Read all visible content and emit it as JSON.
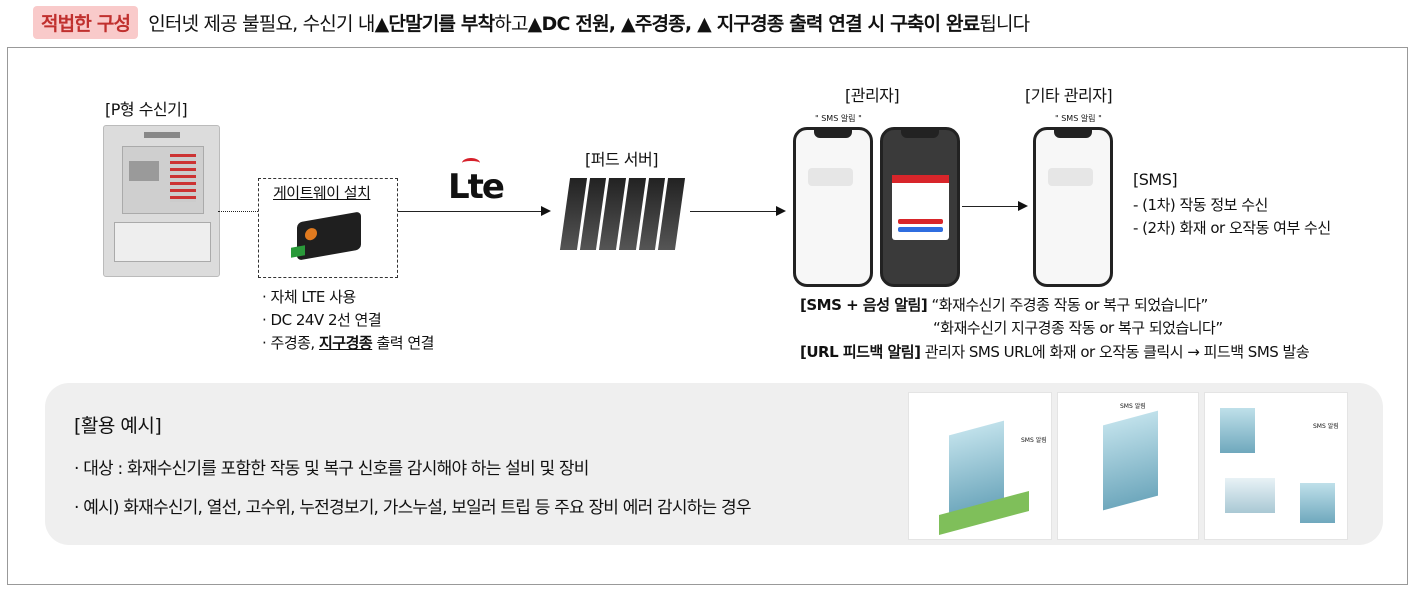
{
  "header": {
    "tag": "적법한 구성",
    "segments": [
      {
        "text": "인터넷 제공 불필요, 수신기 내 ",
        "bold": false
      },
      {
        "text": "▲단말기를 부착",
        "bold": true
      },
      {
        "text": "하고 ",
        "bold": false
      },
      {
        "text": "▲DC 전원, ▲주경종, ▲ 지구경종 출력 연결 시 구축이 완료",
        "bold": true
      },
      {
        "text": "됩니다",
        "bold": false
      }
    ]
  },
  "receiver": {
    "label": "[P형 수신기]"
  },
  "gateway": {
    "label": "게이트웨이 설치",
    "bullets": [
      "· 자체 LTE 사용",
      "· DC 24V 2선 연결"
    ],
    "bullet3_prefix": "· 주경종, ",
    "bullet3_underlined": "지구경종",
    "bullet3_suffix": " 출력 연결"
  },
  "lte": {
    "logo": "Lte"
  },
  "server": {
    "label": "[퍼드 서버]"
  },
  "admin": {
    "label": "[관리자]",
    "sms_caption": "\" SMS 알림 \""
  },
  "other_admin": {
    "label": "[기타 관리자]",
    "sms_caption": "\" SMS 알림 \""
  },
  "sms_info": {
    "title": "[SMS]",
    "items": [
      "- (1차) 작동 정보 수신",
      "- (2차) 화재 or 오작동 여부 수신"
    ]
  },
  "alerts": {
    "voice_label": "[SMS + 음성 알림]",
    "voice_msg1": "“화재수신기 주경종 작동 or 복구 되었습니다”",
    "voice_msg2": "“화재수신기 지구경종 작동 or 복구 되었습니다”",
    "url_label": "[URL 피드백 알림]",
    "url_msg": "관리자 SMS URL에 화재 or 오작동 클릭시 → 피드백 SMS 발송"
  },
  "usage": {
    "title": "[활용 예시]",
    "items": [
      "· 대상 : 화재수신기를 포함한 작동 및 복구 신호를 감시해야 하는 설비 및 장비",
      "· 예시) 화재수신기, 열선, 고수위, 누전경보기, 가스누설, 보일러 트립 등 주요 장비 에러 감시하는 경우"
    ],
    "scene_caption": "SMS 알림"
  },
  "colors": {
    "tag_bg": "#f9caca",
    "tag_text": "#c0302e",
    "lte_red": "#d6202a",
    "panel_bg": "#efefef"
  }
}
